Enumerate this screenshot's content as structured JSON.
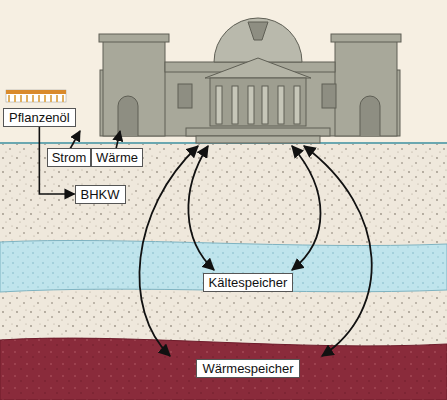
{
  "diagram": {
    "nodes": [
      {
        "text": [
          "Pflanzenöl"
        ]
      },
      {
        "text": [
          "BHKW"
        ]
      },
      {
        "text": [
          "Kältespeicher"
        ]
      },
      {
        "text": [
          "Wärmespeicher"
        ]
      }
    ],
    "edges": [
      {
        "from": 0,
        "to": 1,
        "arrow": "to"
      }
    ],
    "labels": [
      "Strom",
      "Wärme"
    ]
  }
}
